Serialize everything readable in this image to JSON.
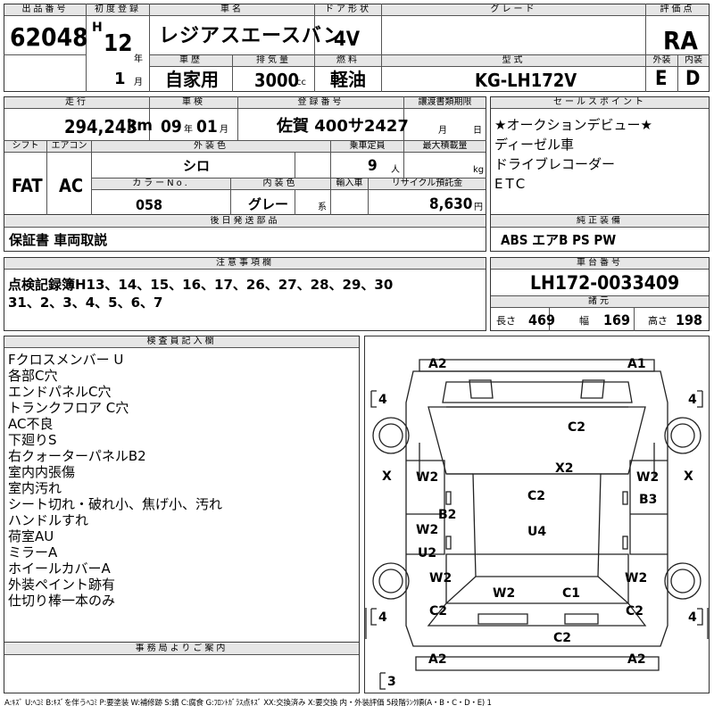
{
  "labels": {
    "lot_no": "出品番号",
    "first_reg": "初度登録",
    "car_name": "車名",
    "door": "ドア形状",
    "grade": "グレード",
    "score": "評価点",
    "history": "車歴",
    "displacement": "排気量",
    "fuel": "燃料",
    "model": "型式",
    "exterior": "外装",
    "interior": "内装",
    "mileage": "走行",
    "inspection": "車検",
    "plate": "登録番号",
    "transfer_deadline": "讓渡書類期限",
    "sales_point": "セールスポイント",
    "shift": "シフト",
    "aircon": "エアコン",
    "ext_color": "外装色",
    "capacity": "乗車定員",
    "max_load": "最大積載量",
    "color_no": "カラーNo.",
    "int_color": "内装色",
    "import": "輸入車",
    "recycle": "リサイクル預託金",
    "later_parts": "後日発送部品",
    "equipment": "純正装備",
    "notes": "注意事項欄",
    "chassis": "車台番号",
    "dims": "諸元",
    "inspector": "検査員記入欄",
    "office": "事務局よりご案内"
  },
  "header": {
    "lot_no": "62048",
    "era_mark": "H",
    "reg_year": "12",
    "year_unit": "年",
    "reg_month": "1",
    "month_unit": "月",
    "car_name": "レジアスエースバン",
    "door": "4V",
    "grade": "",
    "score": "RA",
    "history": "自家用",
    "displacement": "3000",
    "cc_unit": "cc",
    "fuel": "軽油",
    "model": "KG-LH172V",
    "exterior_score": "E",
    "interior_score": "D"
  },
  "row2": {
    "mileage": "294,243",
    "mileage_unit": "km",
    "insp_year": "09",
    "insp_year_unit": "年",
    "insp_month": "01",
    "insp_month_unit": "月",
    "plate": "佐賀 400サ2427",
    "transfer_month_unit": "月",
    "transfer_day_unit": "日",
    "shift": "FAT",
    "aircon": "AC",
    "ext_color": "シロ",
    "capacity": "9",
    "capacity_unit": "人",
    "max_load_unit": "kg",
    "color_no": "058",
    "int_color": "グレー",
    "int_color_suffix": "系",
    "recycle": "8,630",
    "recycle_unit": "円"
  },
  "sales_points": [
    "★オークションデビュー★",
    "ディーゼル車",
    "ドライブレコーダー",
    "ETC"
  ],
  "later_parts": "保証書 車両取説",
  "equipment": "ABS エアB PS PW",
  "notes": [
    "点検記録簿H13、14、15、16、17、26、27、28、29、30",
    "31、2、3、4、5、6、7"
  ],
  "chassis_no": "LH172-0033409",
  "dims": {
    "length_label": "長さ",
    "length": "469",
    "width_label": "幅",
    "width": "169",
    "height_label": "高さ",
    "height": "198"
  },
  "inspector_notes": [
    "Fクロスメンバー U",
    "各部C穴",
    "エンドパネルC穴",
    "トランクフロア C穴",
    "AC不良",
    "下廻りS",
    "右クォーターパネルB2",
    "室内内張傷",
    "室内汚れ",
    "シート切れ・破れ小、焦げ小、汚れ",
    "ハンドルすれ",
    "荷室AU",
    "ミラーA",
    "ホイールカバーA",
    "外装ペイント跡有",
    "仕切り棒一本のみ"
  ],
  "office_text": "",
  "diagram_marks": {
    "front_left": "A2",
    "front_right": "A1",
    "side_left_top": "4",
    "side_right_top": "4",
    "hood": "C2",
    "left_mid": "X",
    "right_mid": "X",
    "windshield": "X2",
    "wheel_fl": "W2",
    "wheel_fr": "W2",
    "roof": "C2",
    "right_front_panel": "B3",
    "left_panel": "B2",
    "roof_center": "U4",
    "wheel_ml": "W2",
    "left_lower": "U2",
    "wheel_rl": "W2",
    "wheel_rr": "W2",
    "rear_left": "W2",
    "rear_right": "C1",
    "bumper_l": "C2",
    "bumper_r": "C2",
    "side_left_bottom": "4",
    "side_right_bottom": "4",
    "rear_center": "C2",
    "rear_corner_l": "A2",
    "rear_corner_r": "A2",
    "bottom": "3"
  },
  "legend": "A:ｷｽﾞ U:ﾍｺﾐ B:ｷｽﾞを伴うﾍｺﾐ P:要塗装 W:補修跡 S:錆 C:腐食 G:ﾌﾛﾝﾄｶﾞﾗｽ点ｷｽﾞ XX:交換済み X:要交換 内・外装評価 5段階ﾗﾝｸ順(A・B・C・D・E) 1"
}
